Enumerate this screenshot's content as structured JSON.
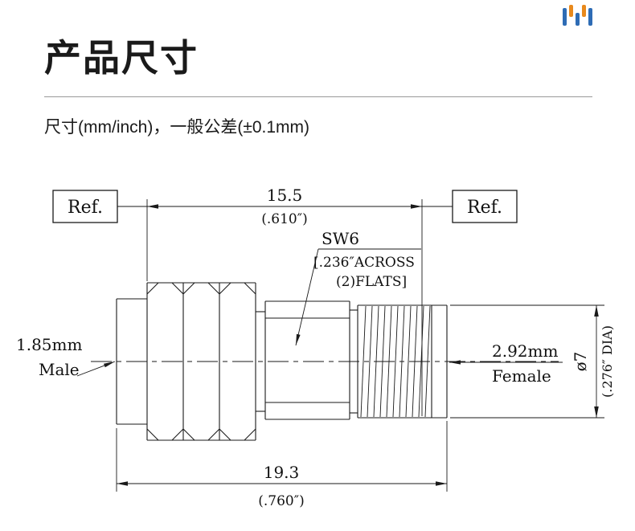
{
  "logo": {
    "icon": "audio-bars-logo",
    "blue": "#2e6cb5",
    "orange": "#e8891c"
  },
  "header": {
    "title": "产品尺寸",
    "subtitle": "尺寸(mm/inch)，一般公差(±0.1mm)"
  },
  "drawing": {
    "ref_left": "Ref.",
    "ref_right": "Ref.",
    "dim_body": {
      "mm": "15.5",
      "inch": "(.610″)"
    },
    "dim_overall": {
      "mm": "19.3",
      "inch": "(.760″)"
    },
    "hex_callout": {
      "title": "SW6",
      "line1": "[.236″ACROSS",
      "line2": "(2)FLATS]"
    },
    "left_if": {
      "line1": "1.85mm",
      "line2": "Male"
    },
    "right_if": {
      "line1": "2.92mm",
      "line2": "Female"
    },
    "dia": {
      "mm": "ø7",
      "inch": "(.276″ DIA)"
    }
  }
}
